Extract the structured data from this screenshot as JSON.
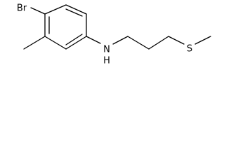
{
  "atoms": {
    "bromine": "Br",
    "nitrogen": "N",
    "hydrogen": "H",
    "sulfur": "S"
  },
  "colors": {
    "bond": "#000000",
    "text": "#000000",
    "background": "#ffffff"
  }
}
